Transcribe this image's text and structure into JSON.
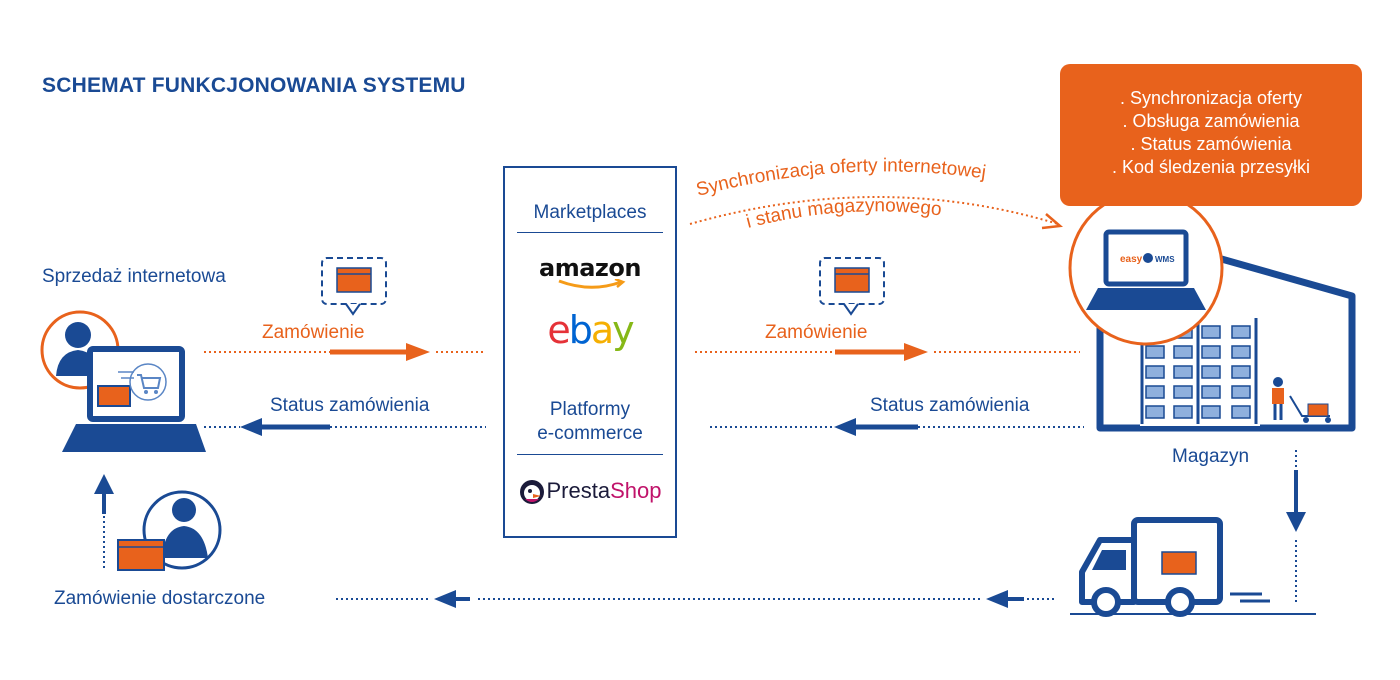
{
  "title": "SCHEMAT FUNKCJONOWANIA SYSTEMU",
  "left_actor": {
    "label": "Sprzedaż internetowa"
  },
  "delivered": {
    "label": "Zamówienie dostarczone"
  },
  "warehouse": {
    "label": "Magazyn"
  },
  "flows": {
    "order_left": "Zamówienie",
    "status_left": "Status zamówienia",
    "order_right": "Zamówienie",
    "status_right": "Status zamówienia"
  },
  "sync": {
    "line1": "Synchronizacja oferty internetowej",
    "line2": "i stanu magazynowego"
  },
  "callout": {
    "items": [
      ". Synchronizacja oferty",
      ". Obsługa zamówienia",
      ". Status zamówienia",
      ". Kod śledzenia przesyłki"
    ]
  },
  "marketplaces": {
    "heading": "Marketplaces",
    "amazon": "amazon",
    "ebay": [
      "e",
      "b",
      "a",
      "y"
    ],
    "platforms_heading": [
      "Platformy",
      "e-commerce"
    ],
    "presta": [
      "Presta",
      "Shop"
    ]
  },
  "app_logo": {
    "easy": "easy",
    "wms": "WMS"
  },
  "colors": {
    "blue": "#1a4a94",
    "orange": "#e8621c",
    "ebay": [
      "#e53238",
      "#0064d2",
      "#f5af02",
      "#86b817"
    ]
  },
  "icons": [
    "person-icon",
    "laptop-icon",
    "cart-icon",
    "package-icon",
    "warehouse-icon",
    "truck-icon",
    "worker-icon"
  ]
}
